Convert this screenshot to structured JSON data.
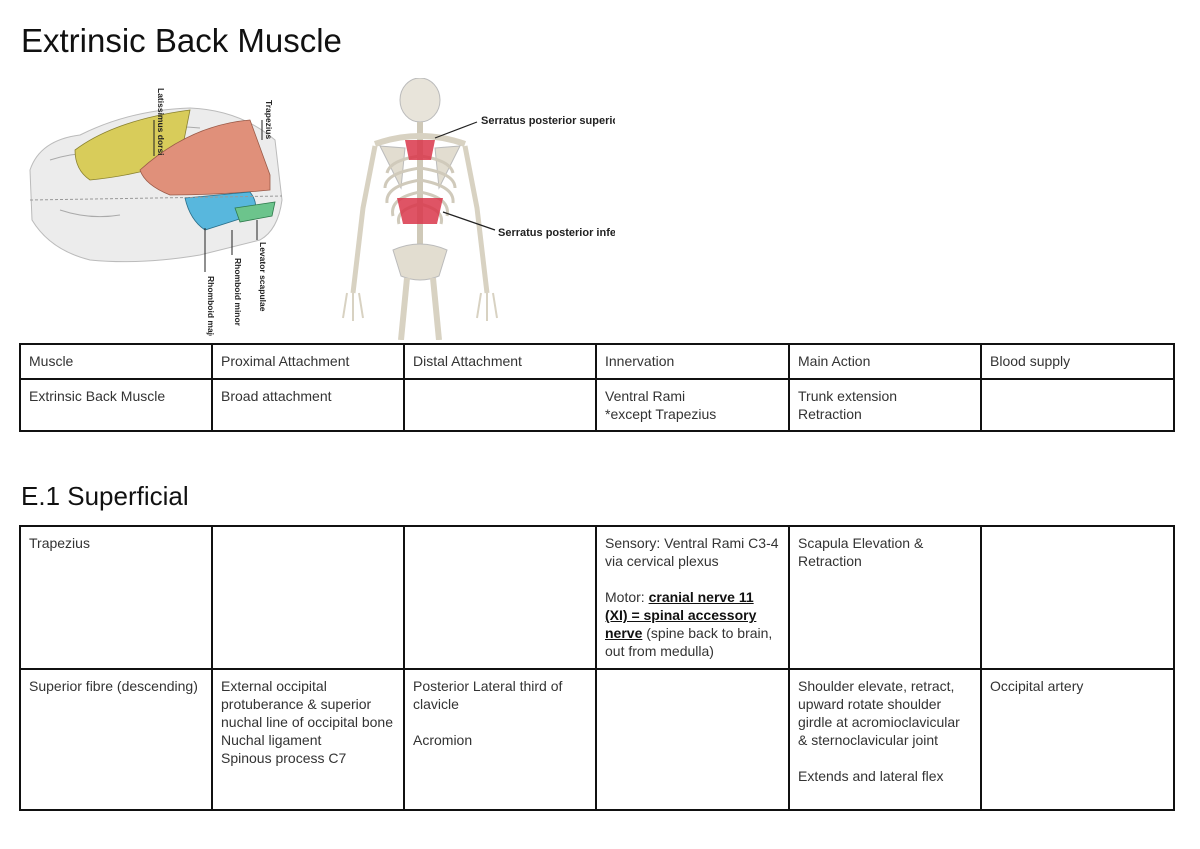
{
  "page": {
    "title": "Extrinsic Back Muscle",
    "section": "E.1 Superficial"
  },
  "figures": {
    "left": {
      "labels": [
        "Latissimus dorsi",
        "Trapezius",
        "Levator scapulae",
        "Rhomboid minor",
        "Rhomboid major"
      ]
    },
    "right": {
      "labels": [
        "Serratus posterior superior",
        "Serratus posterior inferior"
      ]
    }
  },
  "table1": {
    "headers": [
      "Muscle",
      "Proximal Attachment",
      "Distal Attachment",
      "Innervation",
      "Main Action",
      "Blood supply"
    ],
    "row": {
      "muscle": "Extrinsic Back Muscle",
      "proximal": "Broad attachment",
      "distal": "",
      "innervation_1": "Ventral Rami",
      "innervation_2": "*except Trapezius",
      "action_1": "Trunk extension",
      "action_2": "Retraction",
      "blood": ""
    }
  },
  "table2": {
    "trapezius": {
      "muscle": "Trapezius",
      "proximal": "",
      "distal": "",
      "innervation_sensory": "Sensory: Ventral Rami C3-4 via cervical plexus",
      "innervation_motor_prefix": "Motor: ",
      "innervation_motor_bold": "cranial nerve 11 (XI) = spinal accessory nerve",
      "innervation_motor_suffix": " (spine back to brain, out from medulla)",
      "action": "Scapula Elevation & Retraction",
      "blood": ""
    },
    "superior": {
      "muscle": "Superior fibre (descending)",
      "proximal_1": "External occipital protuberance & superior nuchal line of occipital bone",
      "proximal_2": "Nuchal ligament",
      "proximal_3": "Spinous process C7",
      "distal_1": "Posterior Lateral third of clavicle",
      "distal_2": "Acromion",
      "innervation": "",
      "action_1": "Shoulder elevate, retract, upward rotate shoulder girdle at acromioclavicular & sternoclavicular joint",
      "action_2": "Extends and lateral flex",
      "blood": "Occipital artery"
    }
  }
}
